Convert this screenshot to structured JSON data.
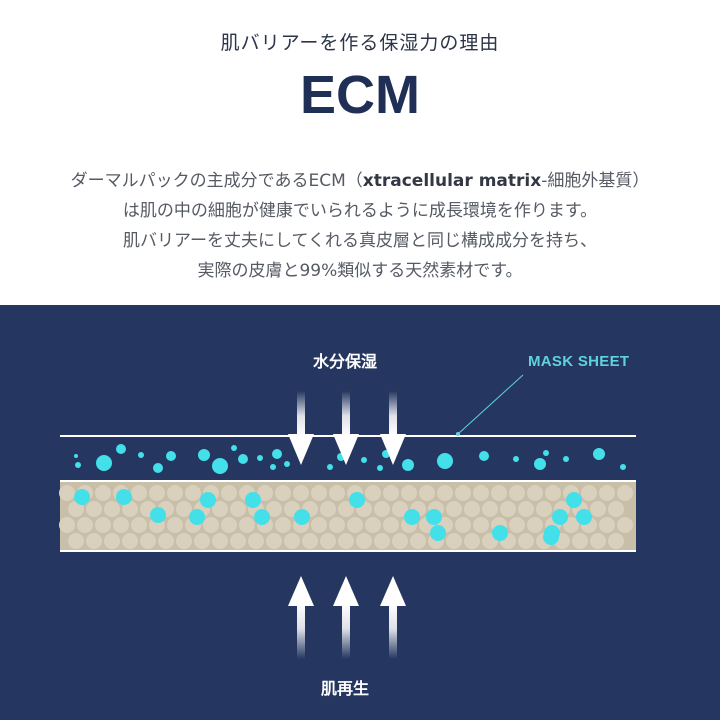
{
  "header": {
    "subtitle": "肌バリアーを作る保湿力の理由",
    "title": "ECM"
  },
  "description": {
    "line1_before": "ダーマルパックの主成分であるECM（",
    "line1_bold": "xtracellular matrix",
    "line1_after": "-細胞外基質）",
    "line2": "は肌の中の細胞が健康でいられるように成長環境を作ります。",
    "line3": "肌バリアーを丈夫にしてくれる真皮層と同じ構成成分を持ち、",
    "line4": "実際の皮膚と99%類似する天然素材です。"
  },
  "diagram": {
    "top_label": "水分保湿",
    "sheet_label": "MASK SHEET",
    "bottom_label": "肌再生",
    "colors": {
      "background": "#253760",
      "droplet": "#43e0ea",
      "cell": "#d9d0bd",
      "arrow": "#ffffff"
    },
    "icons": [
      "arrow-down-icon",
      "arrow-up-icon",
      "droplet-icon",
      "cell-icon"
    ]
  }
}
